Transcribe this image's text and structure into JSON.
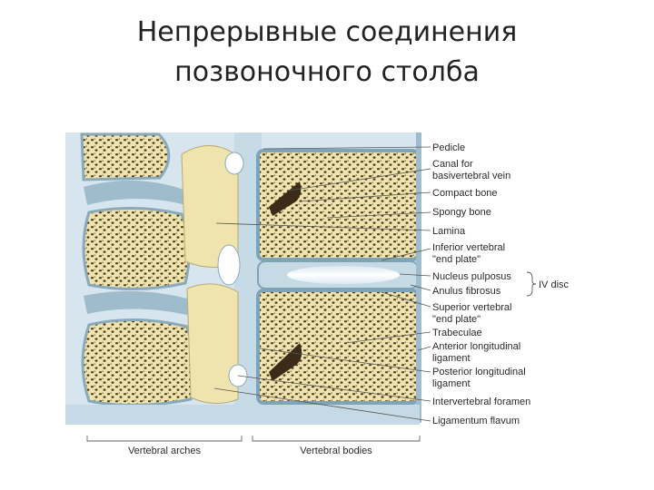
{
  "title": {
    "line1": "Непрерывные соединения",
    "line2": "позвоночного столба"
  },
  "diagram": {
    "labels": [
      {
        "id": "pedicle",
        "text": "Pedicle"
      },
      {
        "id": "canal1",
        "text": "Canal for"
      },
      {
        "id": "canal2",
        "text": "basivertebral vein"
      },
      {
        "id": "compact",
        "text": "Compact bone"
      },
      {
        "id": "spongy",
        "text": "Spongy bone"
      },
      {
        "id": "lamina",
        "text": "Lamina"
      },
      {
        "id": "inferior1",
        "text": "Inferior vertebral"
      },
      {
        "id": "inferior2",
        "text": "\"end plate\""
      },
      {
        "id": "nucleus",
        "text": "Nucleus pulposus"
      },
      {
        "id": "anulus",
        "text": "Anulus fibrosus"
      },
      {
        "id": "superior1",
        "text": "Superior vertebral"
      },
      {
        "id": "superior2",
        "text": "\"end plate\""
      },
      {
        "id": "trabeculae",
        "text": "Trabeculae"
      },
      {
        "id": "anterior1",
        "text": "Anterior longitudinal"
      },
      {
        "id": "anterior2",
        "text": "ligament"
      },
      {
        "id": "posterior1",
        "text": "Posterior longitudinal"
      },
      {
        "id": "posterior2",
        "text": "ligament"
      },
      {
        "id": "foramen",
        "text": "Intervertebral foramen"
      },
      {
        "id": "flavum",
        "text": "Ligamentum flavum"
      }
    ],
    "disc_label": "IV disc",
    "captions": {
      "arches": "Vertebral arches",
      "bodies": "Vertebral bodies"
    },
    "colors": {
      "bone": "#efe3ae",
      "pore": "#4a3a20",
      "ligament": "#bfd6e2",
      "ligament_dark": "#7fa4b8",
      "outline": "#8aa9bb"
    }
  }
}
